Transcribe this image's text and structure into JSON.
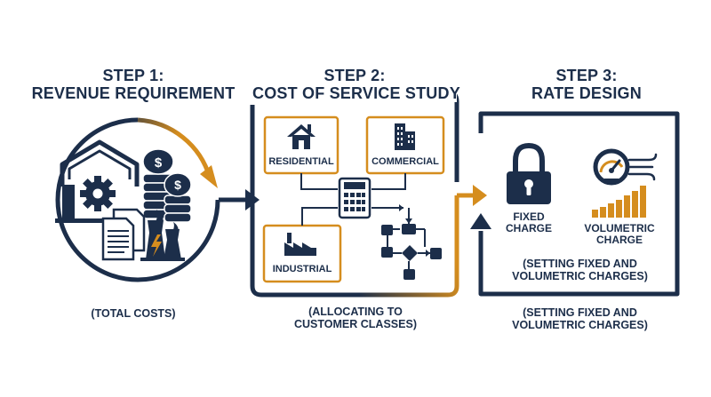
{
  "colors": {
    "navy": "#1c2e4a",
    "gold": "#d58d1e",
    "background": "#ffffff"
  },
  "steps": [
    {
      "heading_line1": "STEP 1:",
      "heading_line2": "REVENUE REQUIREMENT",
      "caption": "(TOTAL COSTS)",
      "icons": [
        "gear-house-icon",
        "coin-stack-icon",
        "document-icon",
        "power-plant-icon"
      ]
    },
    {
      "heading_line1": "STEP 2:",
      "heading_line2": "COST OF SERVICE STUDY",
      "caption_line1": "(ALLOCATING TO",
      "caption_line2": "CUSTOMER CLASSES)",
      "classes": {
        "residential": "RESIDENTIAL",
        "commercial": "COMMERCIAL",
        "industrial": "INDUSTRIAL"
      },
      "icons": [
        "house-icon",
        "office-building-icon",
        "factory-icon",
        "calculator-icon",
        "flowchart-icon"
      ]
    },
    {
      "heading_line1": "STEP 3:",
      "heading_line2": "RATE DESIGN",
      "fixed_line1": "FIXED",
      "fixed_line2": "CHARGE",
      "volumetric_line1": "VOLUMETRIC",
      "volumetric_line2": "CHARGE",
      "inner_caption_line1": "(SETTING FIXED AND",
      "inner_caption_line2": "VOLUMETRIC CHARGES)",
      "caption_line1": "(SETTING FIXED AND",
      "caption_line2": "VOLUMETRIC CHARGES)",
      "icons": [
        "padlock-icon",
        "meter-gauge-icon",
        "rising-bars-icon"
      ]
    }
  ]
}
